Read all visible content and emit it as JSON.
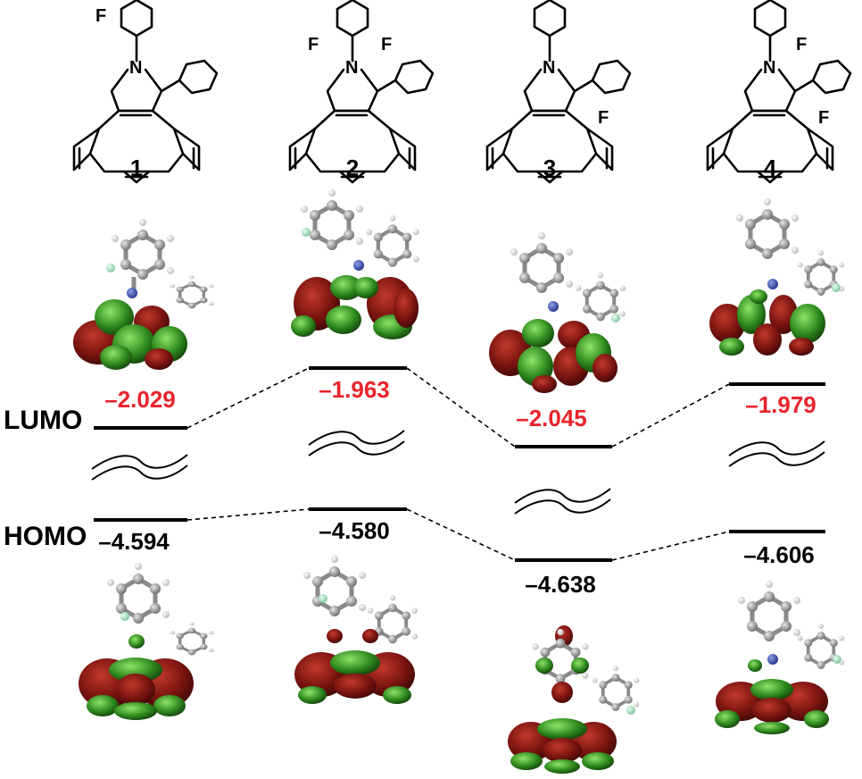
{
  "labels": {
    "lumo": "LUMO",
    "homo": "HOMO"
  },
  "atoms": {
    "fluorine": "F",
    "nitrogen": "N"
  },
  "colors": {
    "lumo_value": "#e8242c",
    "homo_value": "#000000",
    "orbital_red": "#7a1410",
    "orbital_green": "#2f8a1e",
    "carbon": "#9a9a9a",
    "hydrogen": "#ffffff",
    "nitrogen_atom": "#3b4fb0",
    "fluorine_atom": "#9fd6b8"
  },
  "compounds": [
    {
      "id": "1",
      "lumo": "–2.029",
      "homo": "–4.594"
    },
    {
      "id": "2",
      "lumo": "–1.963",
      "homo": "–4.580"
    },
    {
      "id": "3",
      "lumo": "–2.045",
      "homo": "–4.638"
    },
    {
      "id": "4",
      "lumo": "–1.979",
      "homo": "–4.606"
    }
  ]
}
